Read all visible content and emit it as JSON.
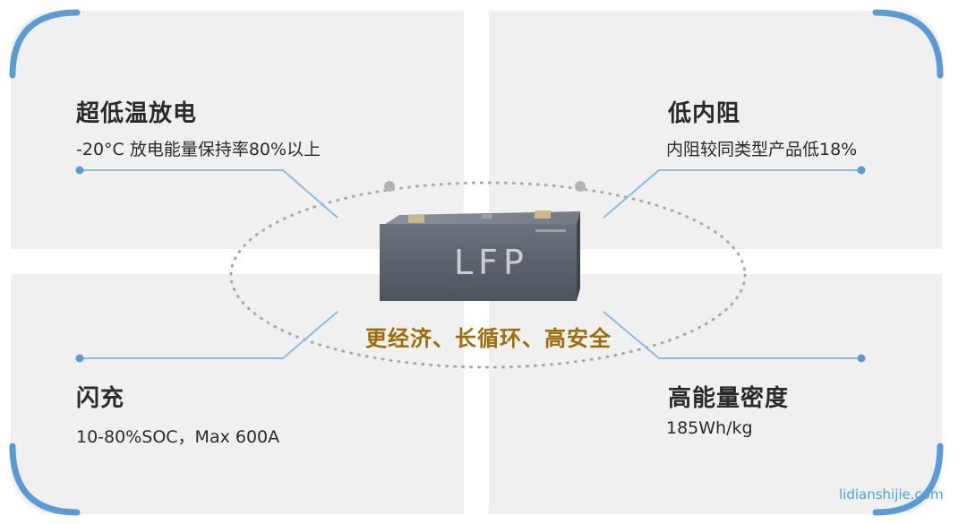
{
  "features": {
    "top_left": {
      "title": "超低温放电",
      "desc": "-20°C 放电能量保持率80%以上"
    },
    "top_right": {
      "title": "低内阻",
      "desc": "内阻较同类型产品低18%"
    },
    "bottom_left": {
      "title": "闪充",
      "desc": "10-80%SOC，Max 600A"
    },
    "bottom_right": {
      "title": "高能量密度",
      "desc": "185Wh/kg"
    }
  },
  "battery": {
    "label": "LFP"
  },
  "tagline": "更经济、长循环、高安全",
  "watermark": "lidianshijie.com",
  "colors": {
    "panel": "#f0f0f1",
    "accent_blue": "#5b9bd5",
    "tagline": "#9c6d09",
    "battery": "#5d6570"
  }
}
